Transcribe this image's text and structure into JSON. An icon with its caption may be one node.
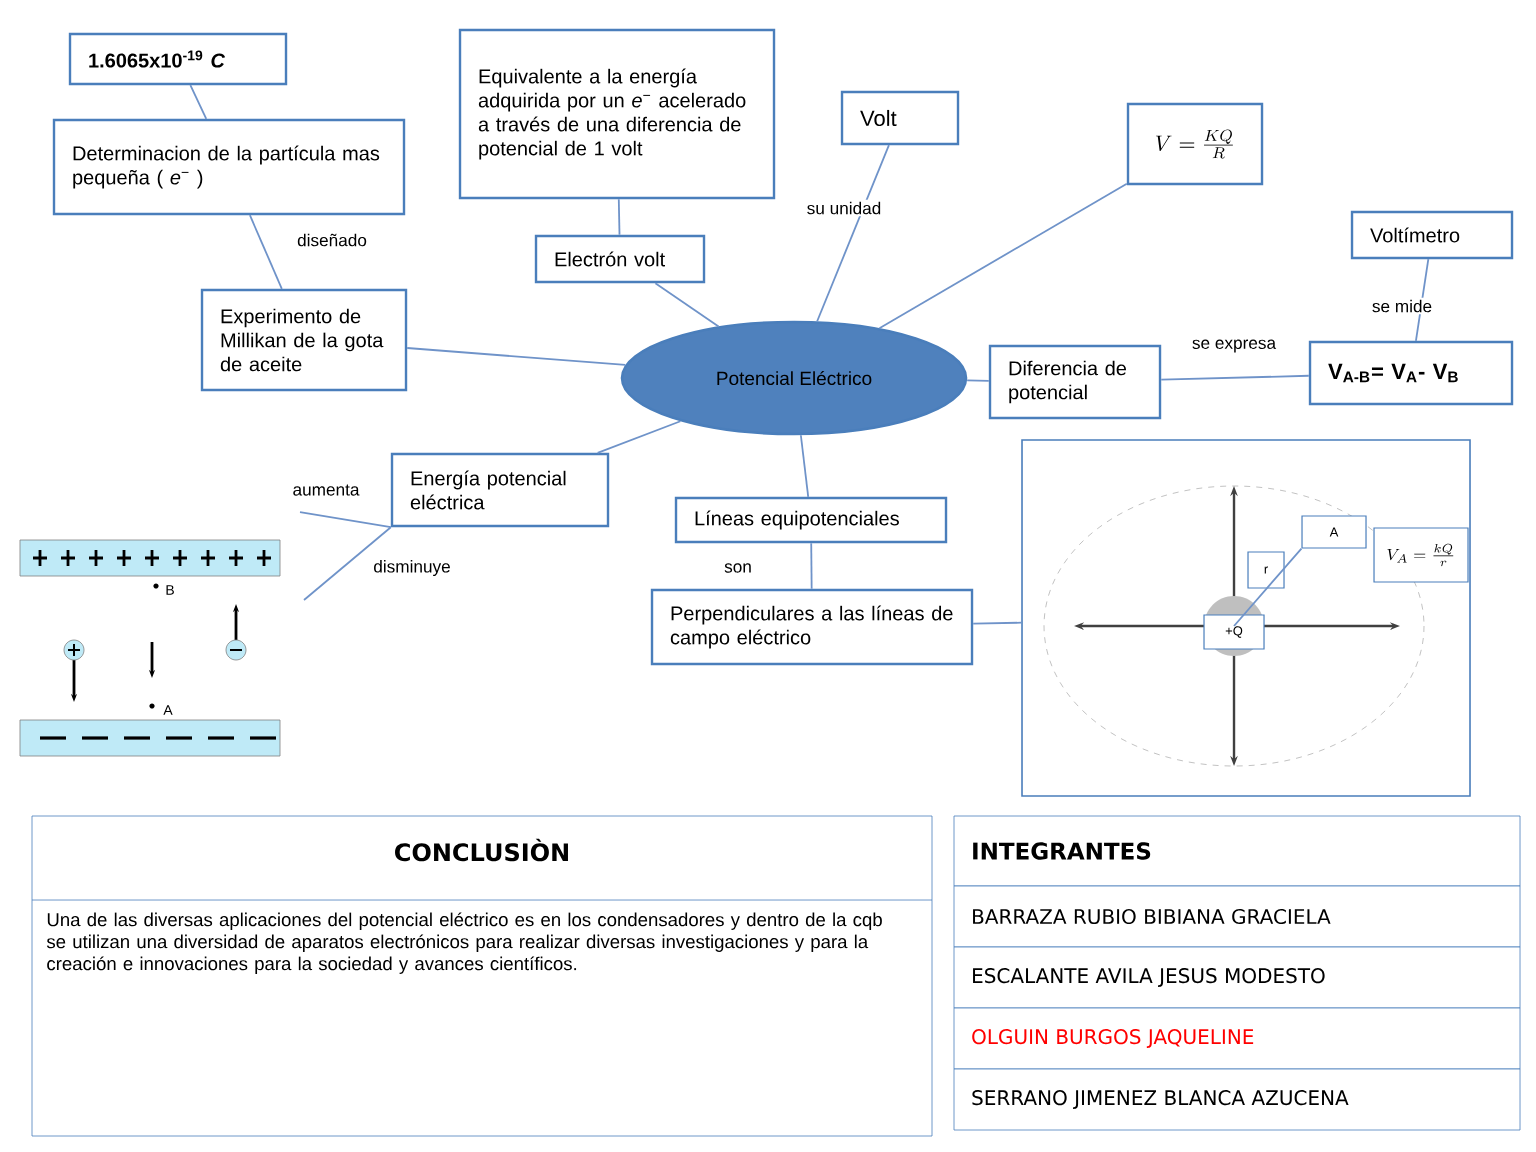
{
  "diagram": {
    "nodes": [
      {
        "text": [
          "1.6065x10$^{-19}$ *C*"
        ]
      },
      {
        "text": [
          "Determinacion de la partícula mas pequeña ( *e*$^{−}$ )"
        ]
      },
      {
        "text": [
          "Experimento de Millikan de la gota de aceite"
        ]
      },
      {
        "text": [
          "Equivalente a la energía adquirida por un *e*$^{−}$ acelerado a través de una diferencia de potencial de 1 volt"
        ]
      },
      {
        "text": [
          "Electrón volt"
        ]
      },
      {
        "text": [
          "Volt"
        ]
      },
      {
        "text": [
          "V=\\frac{KQ}{R}"
        ]
      },
      {
        "text": [
          "Potencial Eléctrico"
        ]
      },
      {
        "text": [
          "Voltímetro"
        ]
      },
      {
        "text": [
          "Diferencia de potencial"
        ]
      },
      {
        "text": [
          "V$_{A-B}$= V$_{A}$- V$_{B}$"
        ]
      },
      {
        "text": [
          "Energía potencial eléctrica"
        ]
      },
      {
        "text": [
          "Líneas equipotenciales"
        ]
      },
      {
        "text": [
          "Perpendiculares a las líneas de campo eléctrico"
        ]
      },
      {
        "text": [],
        "shape": "box"
      },
      {
        "text": [
          "A"
        ],
        "in": 14
      },
      {
        "text": [
          "r"
        ],
        "in": 14
      },
      {
        "text": [
          "+Q"
        ],
        "in": 14
      },
      {
        "text": [
          "V_A=\\frac{kQ}{r}"
        ],
        "in": 14
      },
      {
        "text": [
          "CONCLUSIÒN",
          "Una de las diversas aplicaciones del potencial eléctrico es en los condensadores y dentro de la cqb se utilizan una diversidad de aparatos electrónicos para realizar diversas investigaciones y para la creación e innovaciones para la sociedad y avances científicos."
        ]
      },
      {
        "text": [
          "INTEGRANTES",
          "BARRAZA RUBIO BIBIANA GRACIELA",
          "ESCALANTE AVILA JESUS MODESTO",
          "OLGUIN BURGOS JAQUELINE",
          "SERRANO JIMENEZ BLANCA AZUCENA"
        ]
      }
    ],
    "edges": [
      {
        "from": 0,
        "to": 1,
        "arrow": "none"
      },
      {
        "from": 1,
        "to": 2,
        "arrow": "none",
        "label": "diseñado"
      },
      {
        "from": 2,
        "to": 7,
        "arrow": "none"
      },
      {
        "from": 3,
        "to": 4,
        "arrow": "none"
      },
      {
        "from": 4,
        "to": 7,
        "arrow": "none"
      },
      {
        "from": 5,
        "to": 7,
        "arrow": "none",
        "label": "su unidad"
      },
      {
        "from": 6,
        "to": 7,
        "arrow": "none"
      },
      {
        "from": 7,
        "to": 9,
        "arrow": "none"
      },
      {
        "from": 9,
        "to": 10,
        "arrow": "none",
        "label": "se expresa"
      },
      {
        "from": 8,
        "to": 10,
        "arrow": "none",
        "label": "se mide"
      },
      {
        "from": 7,
        "to": 11,
        "arrow": "none"
      },
      {
        "from": 11,
        "to": null,
        "arrow": "none",
        "label": "aumenta"
      },
      {
        "from": 11,
        "to": null,
        "arrow": "none",
        "label": "disminuye"
      },
      {
        "from": 7,
        "to": 12,
        "arrow": "none"
      },
      {
        "from": 12,
        "to": 13,
        "arrow": "none",
        "label": "son"
      },
      {
        "from": 13,
        "to": 14,
        "arrow": "none"
      },
      {
        "from": 17,
        "to": 15,
        "arrow": "none"
      }
    ],
    "labels": [
      "B",
      "A"
    ]
  }
}
